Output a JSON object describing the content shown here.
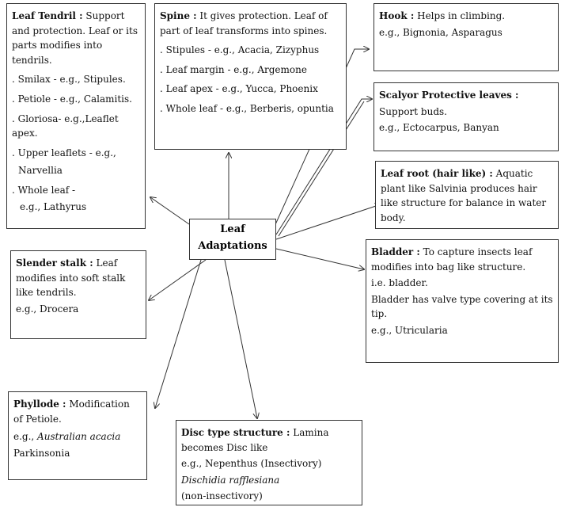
{
  "center": {
    "line1": "Leaf",
    "line2": "Adaptations"
  },
  "tendril": {
    "title": "Leaf Tendril :",
    "desc": "Support and protection. Leaf or its parts modifies into tendrils.",
    "items": [
      ". Smilax - e.g., Stipules.",
      ". Petiole - e.g., Calamitis.",
      ". Gloriosa- e.g.,Leaflet apex.",
      ". Upper leaflets - e.g.,",
      "Narvellia",
      ". Whole leaf -",
      "e.g., Lathyrus"
    ]
  },
  "spine": {
    "title": "Spine :",
    "desc": "It gives protection. Leaf of part of leaf transforms into spines.",
    "items": [
      ". Stipules - e.g., Acacia, Zizyphus",
      ". Leaf margin - e.g., Argemone",
      ". Leaf apex - e.g., Yucca, Phoenix",
      ". Whole leaf - e.g., Berberis, opuntia"
    ]
  },
  "hook": {
    "title": "Hook :",
    "desc": "Helps in climbing.",
    "example": "e.g., Bignonia, Asparagus"
  },
  "scale": {
    "title": "Scalyor Protective leaves :",
    "desc": "Support buds.",
    "example": "e.g., Ectocarpus, Banyan"
  },
  "root": {
    "title": "Leaf root (hair like) :",
    "desc": "Aquatic plant like Salvinia produces hair like structure for balance in water body."
  },
  "bladder": {
    "title": "Bladder :",
    "desc": "To capture insects leaf modifies into bag like structure.",
    "line2": "i.e. bladder.",
    "line3": "Bladder has valve type covering at its tip.",
    "example": "e.g., Utricularia"
  },
  "slender": {
    "title": "Slender stalk :",
    "desc": "Leaf modifies into soft stalk like tendrils.",
    "example": "e.g., Drocera"
  },
  "phyllode": {
    "title": "Phyllode :",
    "desc": "Modification of Petiole.",
    "example_prefix": "e.g., ",
    "example_italic": "Australian acacia",
    "example2": "Parkinsonia"
  },
  "disc": {
    "title": "Disc type structure :",
    "desc": "Lamina becomes Disc like",
    "example": "e.g., Nepenthus (Insectivory)",
    "italic": "Dischidia rafflesiana",
    "note": "(non-insectivory)"
  }
}
